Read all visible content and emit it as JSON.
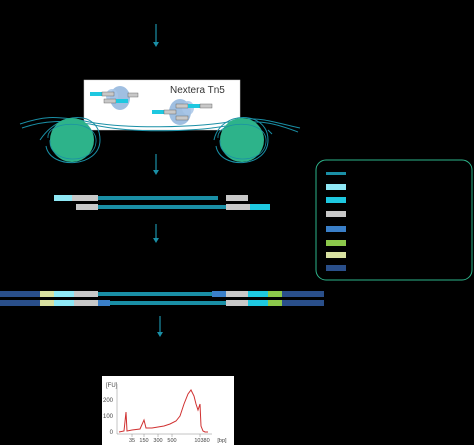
{
  "enzyme": {
    "label": "Nextera Tn5"
  },
  "trace": {
    "y_unit_label": "[FU]",
    "y_ticks": [
      "200",
      "100",
      "0"
    ],
    "x_ticks": [
      "35",
      "150",
      "300",
      "500",
      "10380"
    ],
    "x_unit_label": "[bp]"
  },
  "colors": {
    "background": "#000000",
    "dna_strand": "#1a8fa6",
    "nucleosome": "#2db38a",
    "adapter_light_cyan": "#8fe8f5",
    "adapter_cyan": "#1ec8e0",
    "adapter_grey": "#c8c8c8",
    "index_blue": "#3a7fc8",
    "index_green": "#8cc84b",
    "index_yellow": "#d8e0a0",
    "index_dark_blue": "#2a4f8a",
    "trace_red": "#d03030",
    "legend_border": "#2db38a"
  },
  "legend": {
    "swatches": [
      "dna-strand",
      "adapter-light-cyan",
      "adapter-cyan",
      "adapter-grey",
      "index-blue",
      "index-green",
      "index-yellow",
      "index-dark-blue"
    ]
  }
}
